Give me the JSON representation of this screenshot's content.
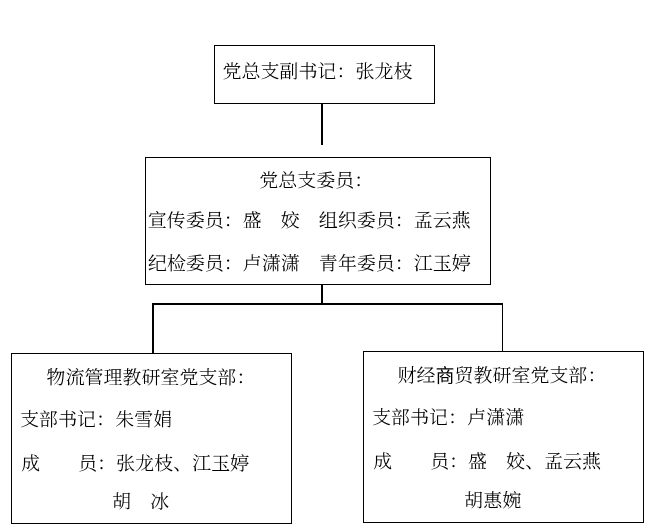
{
  "org_chart": {
    "deputy_box": {
      "text": "党总支副书记：张龙枝"
    },
    "committee_box": {
      "title": "党总支委员：",
      "row_propaganda_org": "宣传委员：盛　姣　组织委员：孟云燕",
      "row_discipline_youth": "纪检委员：卢潇潇　青年委员：江玉婷"
    },
    "logistics_box": {
      "title": "物流管理教研室党支部：",
      "secretary": "支部书记：朱雪娟",
      "members": "成　　员：张龙枝、江玉婷",
      "members_cont": "胡　冰"
    },
    "finance_box": {
      "title": "财经商贸教研室党支部：",
      "secretary": "支部书记：卢潇潇",
      "members": "成　　员：盛　姣、孟云燕",
      "members_cont": "胡惠婉"
    },
    "colors": {
      "background": "#ffffff",
      "border": "#000000",
      "text": "#000000"
    }
  }
}
